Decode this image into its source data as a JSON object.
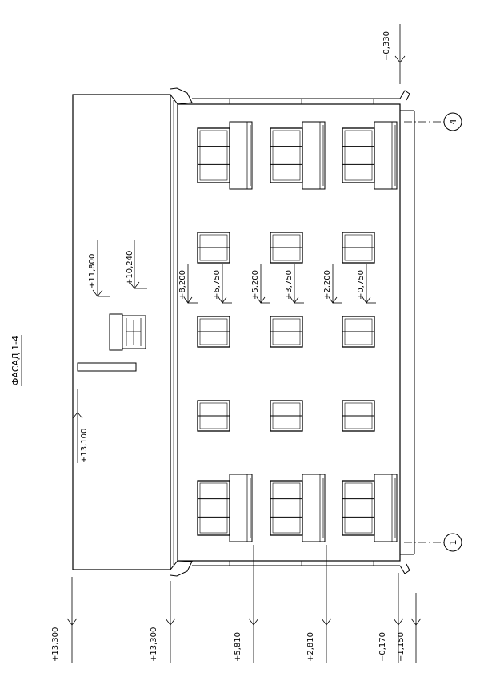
{
  "title": "ФАСАД 1-4",
  "axes": {
    "top": "4",
    "bottom": "1"
  },
  "levels_bottom": [
    "+13,300",
    "+13,300",
    "+5,810",
    "+2,810",
    "−0,170",
    "−1,150"
  ],
  "level_top": "−0,330",
  "levels_inner": [
    "+11,800",
    "+10,240",
    "+8,200",
    "+6,750",
    "+5,200",
    "+3,750",
    "+2,200",
    "+0,750"
  ],
  "level_roof": "+13,100",
  "colors": {
    "line": "#000000",
    "background": "#ffffff"
  }
}
